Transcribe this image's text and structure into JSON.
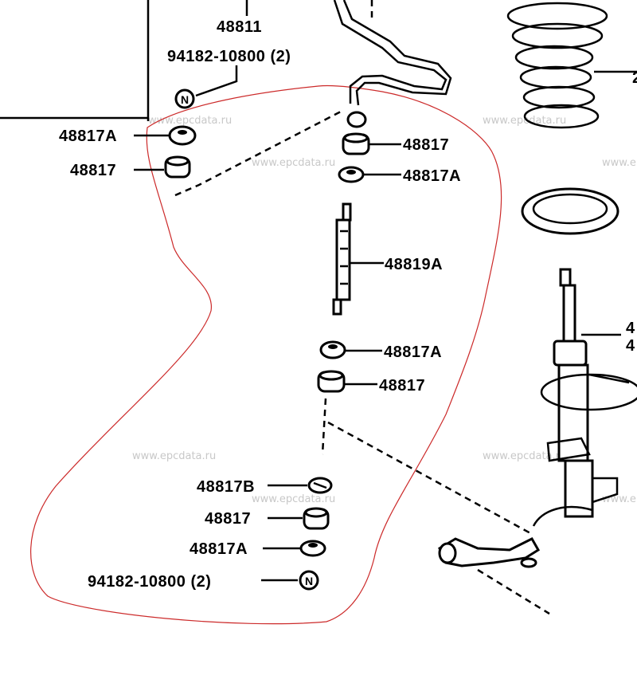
{
  "labels": {
    "bar": "48811",
    "nut_top": "94182-10800 (2)",
    "l_cushion_a_top": "48817A",
    "l_cushion_top": "48817",
    "r_cushion_top": "48817",
    "r_cushion_a_top": "48817A",
    "link": "48819A",
    "cushion_a_mid": "48817A",
    "cushion_mid": "48817",
    "cushion_b_low": "48817B",
    "cushion_low": "48817",
    "cushion_a_low": "48817A",
    "nut_bottom": "94182-10800 (2)",
    "edge_2": "2",
    "edge_4a": "4",
    "edge_4b": "4"
  },
  "nut_symbol": "N",
  "watermark": "www.epcdata.ru",
  "colors": {
    "ink": "#000000",
    "highlight": "#cc2a2a",
    "watermark": "#c8c8c8"
  }
}
